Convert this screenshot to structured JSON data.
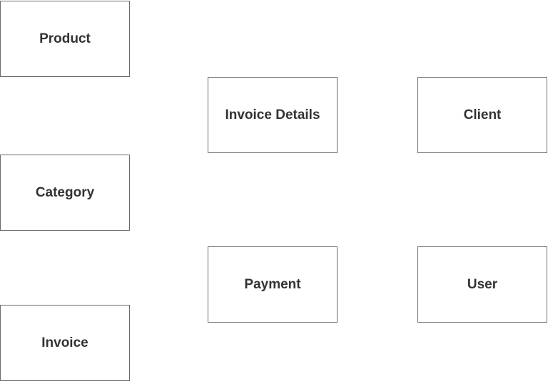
{
  "diagram": {
    "entities": {
      "product": "Product",
      "category": "Category",
      "invoice": "Invoice",
      "invoice_details": "Invoice Details",
      "payment": "Payment",
      "client": "Client",
      "user": "User"
    }
  }
}
